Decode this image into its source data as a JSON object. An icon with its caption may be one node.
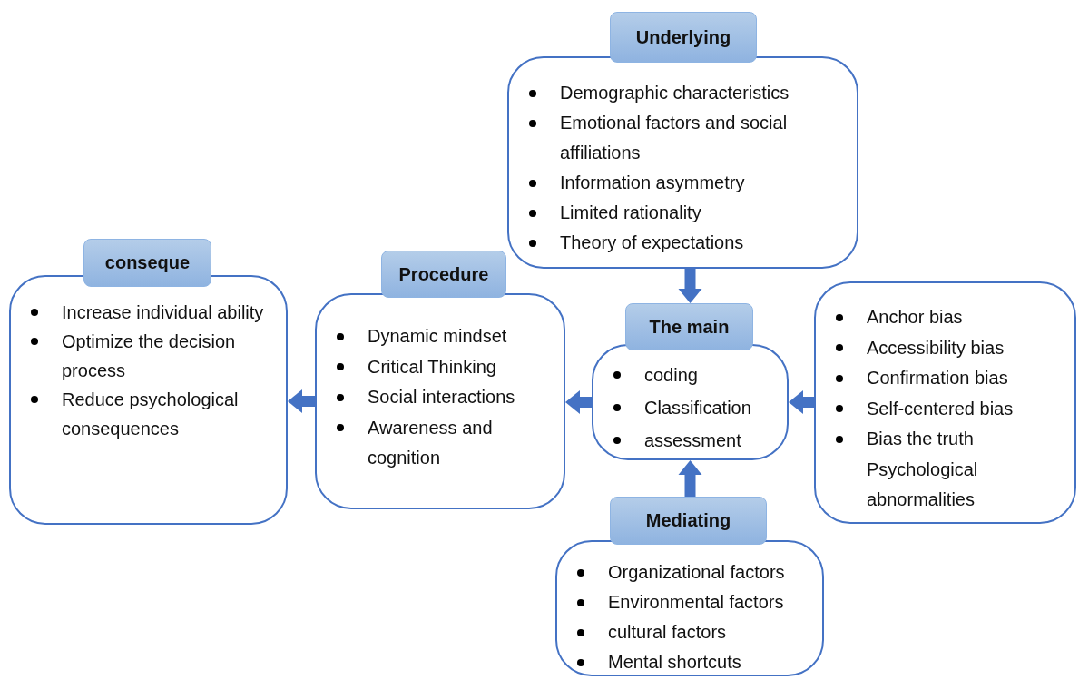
{
  "diagram": {
    "nodes": [
      {
        "text": [
          "Underlying",
          "Demographic characteristics",
          "Emotional factors and social affiliations",
          "Information asymmetry",
          "Limited rationality",
          "Theory of expectations"
        ]
      },
      {
        "text": [
          "The main",
          "coding",
          "Classification",
          "assessment"
        ]
      },
      {
        "text": [
          "Anchor bias",
          "Accessibility bias",
          "Confirmation bias",
          "Self-centered bias",
          "Bias the truth Psychological abnormalities"
        ]
      },
      {
        "text": [
          "Mediating",
          "Organizational factors",
          "Environmental factors",
          "cultural factors",
          "Mental shortcuts"
        ]
      },
      {
        "text": [
          "Procedure",
          "Dynamic mindset",
          "Critical Thinking",
          "Social interactions",
          "Awareness and cognition"
        ]
      },
      {
        "text": [
          "conseque",
          "Increase individual ability",
          "Optimize the decision process",
          "Reduce psychological consequences"
        ]
      }
    ],
    "edges": [
      {
        "from": 0,
        "to": 1,
        "arrow": "to"
      },
      {
        "from": 2,
        "to": 1,
        "arrow": "to"
      },
      {
        "from": 3,
        "to": 1,
        "arrow": "to"
      },
      {
        "from": 1,
        "to": 4,
        "arrow": "to"
      },
      {
        "from": 4,
        "to": 5,
        "arrow": "to"
      }
    ]
  }
}
